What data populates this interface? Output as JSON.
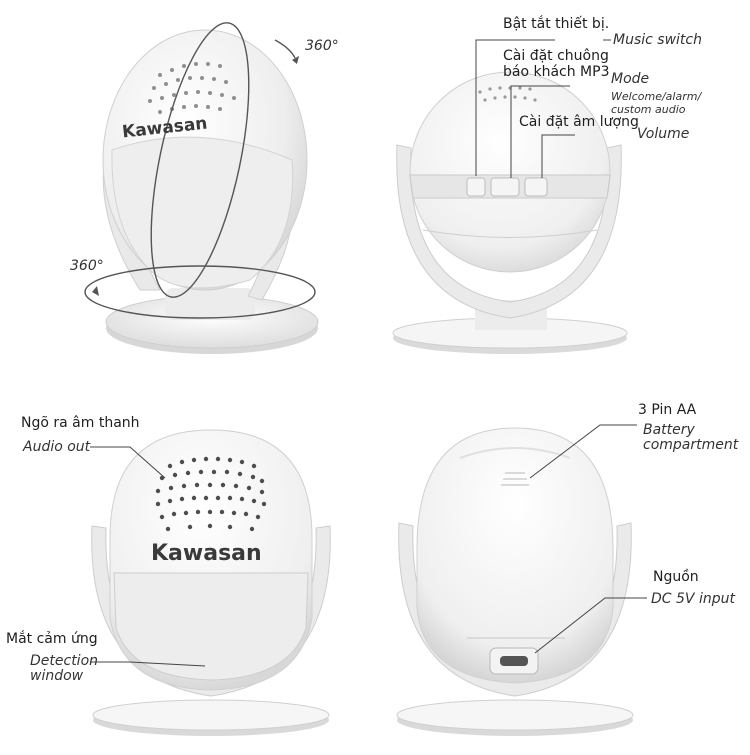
{
  "panels": {
    "rotation": {
      "brand": "Kawasan",
      "rotate_top": "360°",
      "rotate_side": "360°"
    },
    "top_view": {
      "power_switch": {
        "vi": "Bật tắt thiết bị.",
        "en": "Music switch"
      },
      "mode": {
        "vi": "Cài đặt chuông\nbáo khách MP3",
        "vi_line1": "Cài đặt chuông",
        "vi_line2": "báo khách MP3",
        "en": "Mode",
        "en_sub1": "Welcome/alarm/",
        "en_sub2": "custom audio"
      },
      "volume": {
        "vi": "Cài đặt âm lượng",
        "en": "Volume"
      }
    },
    "front_view": {
      "brand": "Kawasan",
      "audio_out": {
        "vi": "Ngõ ra âm thanh",
        "en": "Audio out"
      },
      "detection": {
        "vi": "Mắt cảm ứng",
        "en_line1": "Detection",
        "en_line2": "window"
      }
    },
    "back_view": {
      "battery": {
        "vi": "3 Pin AA",
        "en_line1": "Battery",
        "en_line2": "compartment"
      },
      "power_input": {
        "vi": "Nguồn",
        "en": "DC 5V input"
      }
    }
  },
  "colors": {
    "device_body": "#f4f4f4",
    "device_shadow": "#d9d9d9",
    "outline": "#c8c8c8",
    "text": "#1e1e1e",
    "leader_line": "#444444"
  }
}
